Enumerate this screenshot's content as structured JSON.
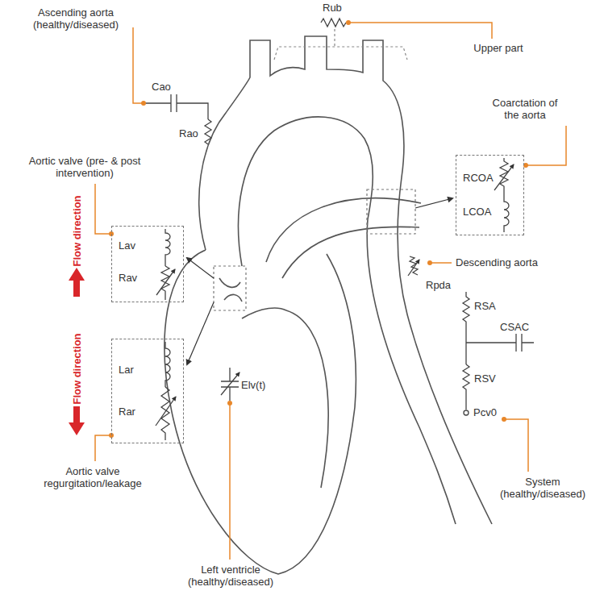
{
  "diagram": {
    "nodes": [
      {
        "text": [
          "Lav",
          "Rav"
        ]
      },
      {
        "text": [
          "Lar",
          "Rar"
        ]
      },
      {
        "text": [
          "RCOA",
          "LCOA"
        ]
      }
    ],
    "labels": [
      "Ascending aorta (healthy/diseased)",
      "Cao",
      "Rao",
      "Rub",
      "Upper part",
      "Coarctation of the aorta",
      "Aortic valve (pre- & post intervention)",
      "Flow direction",
      "Flow direction",
      "Descending aorta",
      "Rpda",
      "RSA",
      "CSAC",
      "RSV",
      "Pcv0",
      "Elv(t)",
      "System (healthy/diseased)",
      "Aortic valve regurgitation/leakage",
      "Left ventricle (healthy/diseased)"
    ]
  }
}
